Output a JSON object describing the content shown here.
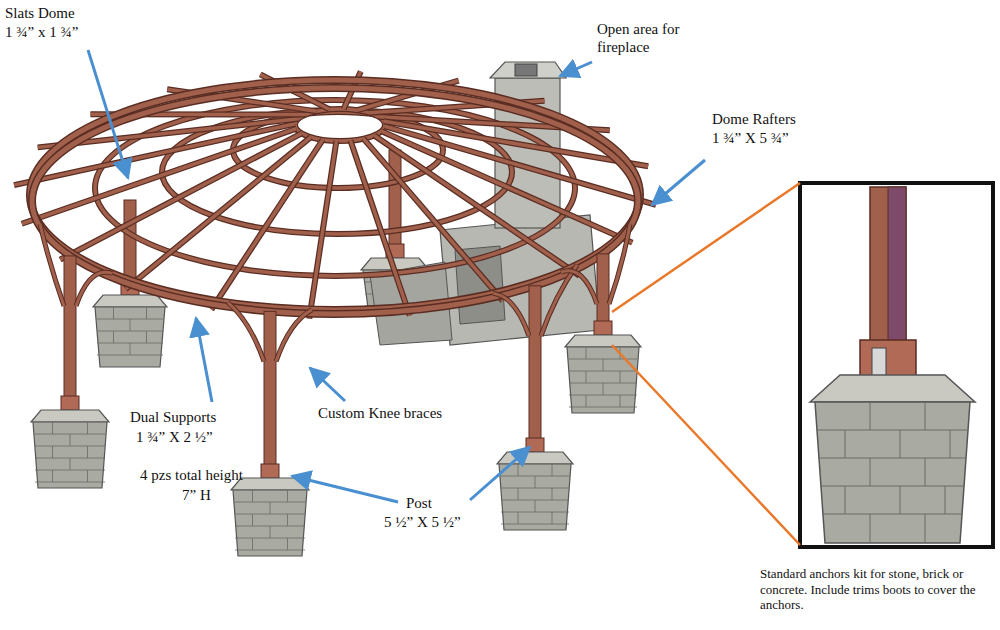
{
  "diagram": {
    "labels": [
      "Slats Dome",
      "1 ¾” x 1 ¾”",
      "Open area for fireplace",
      "Dome Rafters",
      "1 ¾” X 5 ¾”",
      "Dual Supports",
      "1 ¾” X 2 ½”",
      "4 pzs total height",
      "7” H",
      "Custom Knee braces",
      "Post",
      "5 ½” X 5 ½”",
      "Standard anchors kit for stone, brick or concrete. Include trims boots to cover the anchors."
    ]
  }
}
